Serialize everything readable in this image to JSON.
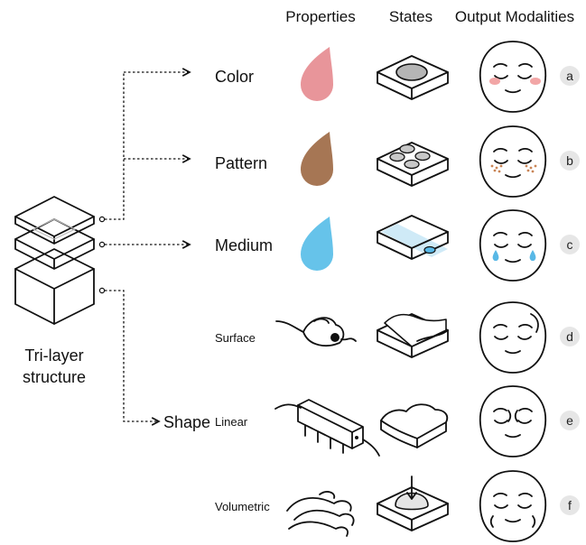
{
  "headers": {
    "properties": "Properties",
    "states": "States",
    "output_modalities": "Output Modalities"
  },
  "structure_label": [
    "Tri-layer",
    "structure"
  ],
  "properties": {
    "color": "Color",
    "pattern": "Pattern",
    "medium": "Medium",
    "shape": "Shape",
    "surface": "Surface",
    "linear": "Linear",
    "volumetric": "Volumetric"
  },
  "rows": [
    {
      "tag": "a"
    },
    {
      "tag": "b"
    },
    {
      "tag": "c"
    },
    {
      "tag": "d"
    },
    {
      "tag": "e"
    },
    {
      "tag": "f"
    }
  ],
  "colors": {
    "color_drop": "#e8959a",
    "pattern_drop": "#a67654",
    "medium_drop": "#66c3ea",
    "blush": "#f2a6a6",
    "freckles": "#c98455",
    "tear": "#58b8e6",
    "tag_bg": "#e6e6e6"
  }
}
